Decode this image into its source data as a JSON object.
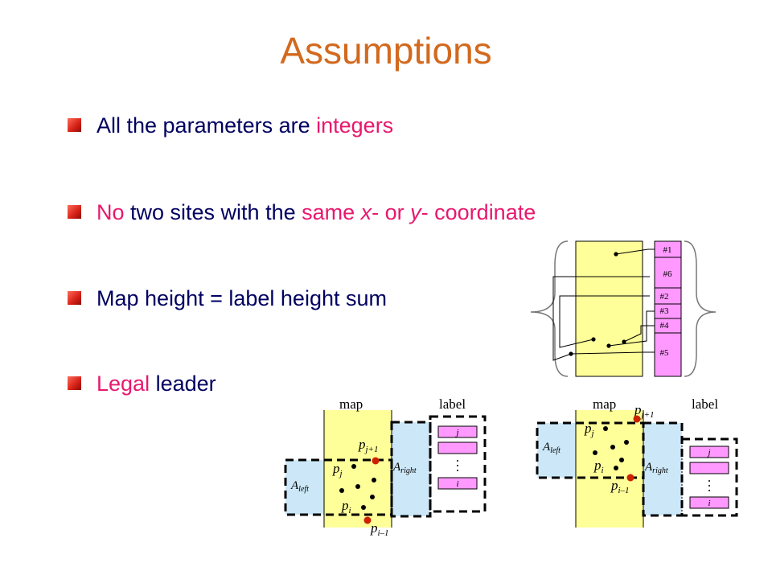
{
  "slide": {
    "title": "Assumptions",
    "bullets": [
      {
        "parts": [
          {
            "t": "All the parameters are "
          },
          {
            "t": "integers",
            "hl": true
          }
        ]
      },
      {
        "parts": [
          {
            "t": "No",
            "hl": true
          },
          {
            "t": " two sites with the "
          },
          {
            "t": "same ",
            "hl": true
          },
          {
            "t": "x",
            "hl": true,
            "it": true
          },
          {
            "t": "- or ",
            "hl": true
          },
          {
            "t": "y",
            "hl": true,
            "it": true
          },
          {
            "t": "- coordinate",
            "hl": true
          }
        ]
      },
      {
        "parts": [
          {
            "t": "Map height = label height sum"
          }
        ]
      },
      {
        "parts": [
          {
            "t": "Legal",
            "hl": true
          },
          {
            "t": " leader"
          }
        ]
      }
    ]
  },
  "figure_top": {
    "labels": [
      "#1",
      "#6",
      "#2",
      "#3",
      "#4",
      "#5"
    ]
  },
  "figure_left": {
    "map": "map",
    "label": "label",
    "A": "A",
    "left": "left",
    "right": "right",
    "p": "p",
    "j": "j",
    "i": "i",
    "j1": "j+1",
    "i1": "i–1"
  },
  "figure_right": {
    "map": "map",
    "label": "label",
    "A": "A",
    "left": "left",
    "right": "right",
    "p": "p",
    "j": "j",
    "i": "i",
    "j1": "j+1",
    "i1": "i–1"
  },
  "colors": {
    "title": "#d2691e",
    "text": "#000060",
    "highlight": "#e8186e",
    "map_fill": "#ffff99",
    "label_fill": "#ff99ff",
    "region_fill": "#cce8f8",
    "site_red": "#cc2200"
  }
}
